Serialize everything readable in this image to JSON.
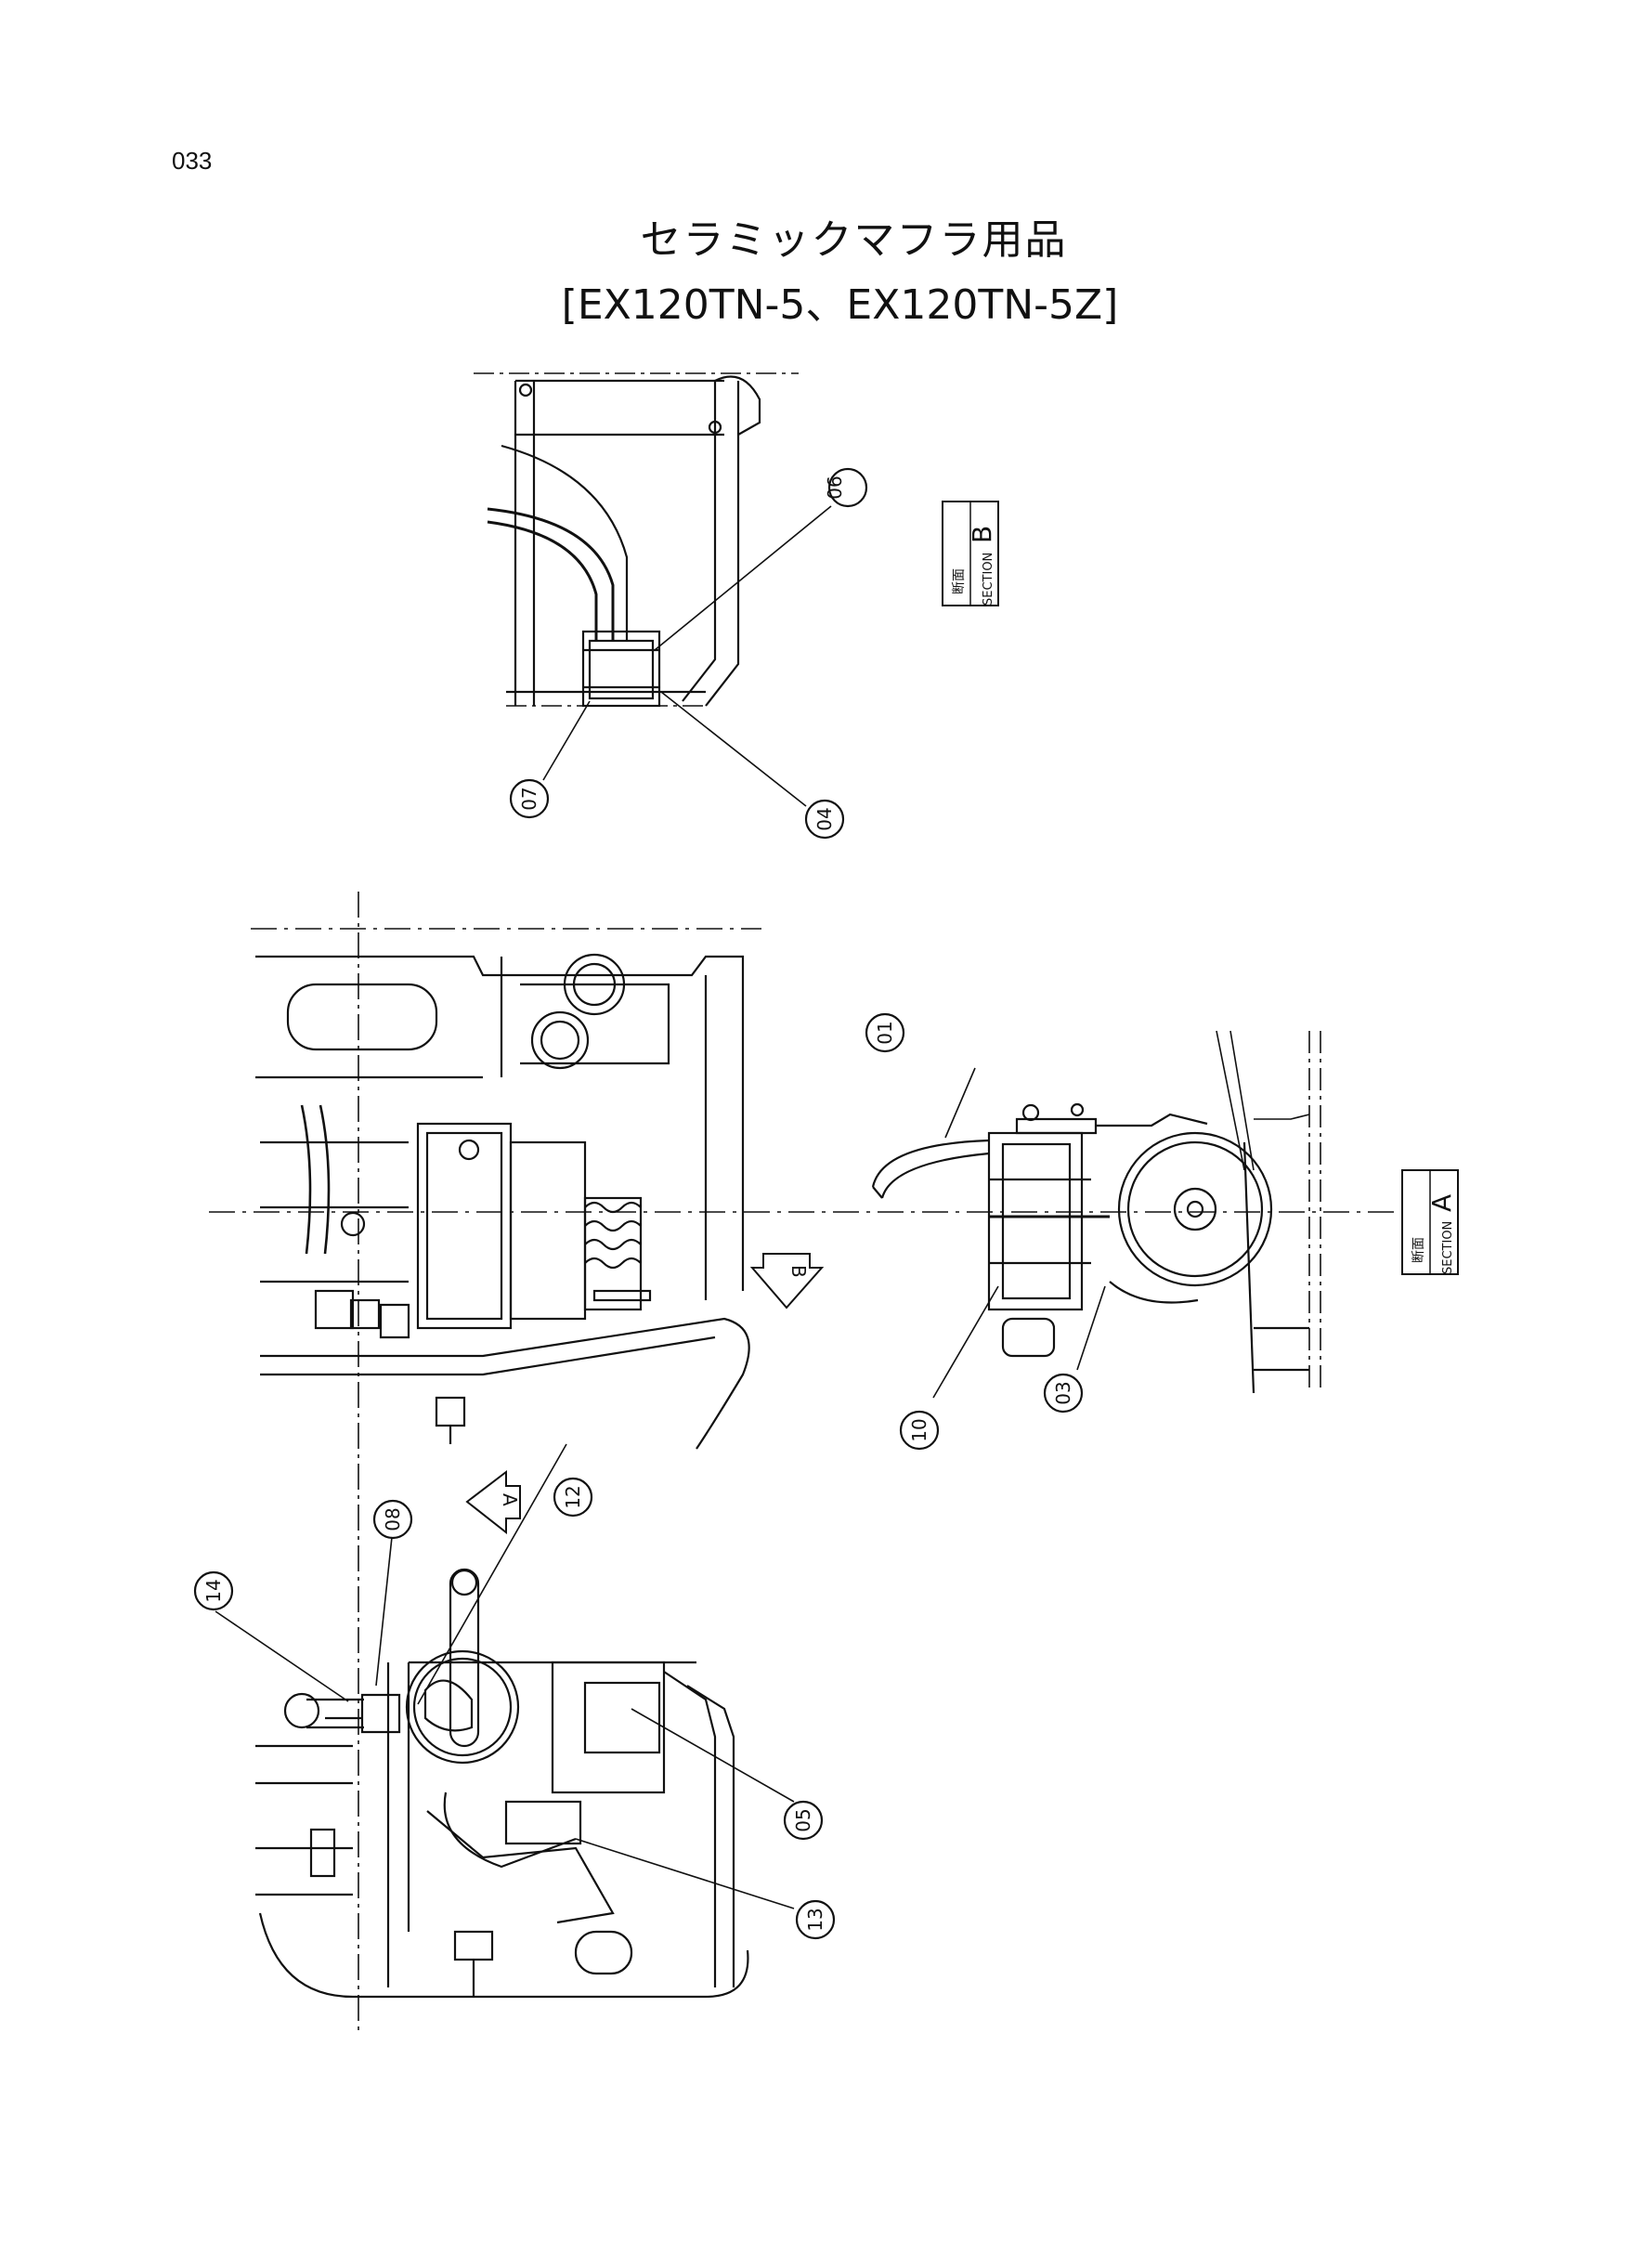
{
  "page": {
    "number": "033",
    "title_jp": "セラミックマフラ用品",
    "title_model": "[EX120TN-5、EX120TN-5Z]"
  },
  "section_labels": {
    "b": {
      "jp": "断面",
      "en": "SECTION",
      "letter": "B"
    },
    "a": {
      "jp": "断面",
      "en": "SECTION",
      "letter": "A"
    }
  },
  "view_arrows": {
    "b": "B",
    "a": "A"
  },
  "callouts": {
    "c06": "06",
    "c07": "07",
    "c04": "04",
    "c01": "01",
    "c10": "10",
    "c03": "03",
    "c08": "08",
    "c12": "12",
    "c14": "14",
    "c05": "05",
    "c13": "13"
  }
}
